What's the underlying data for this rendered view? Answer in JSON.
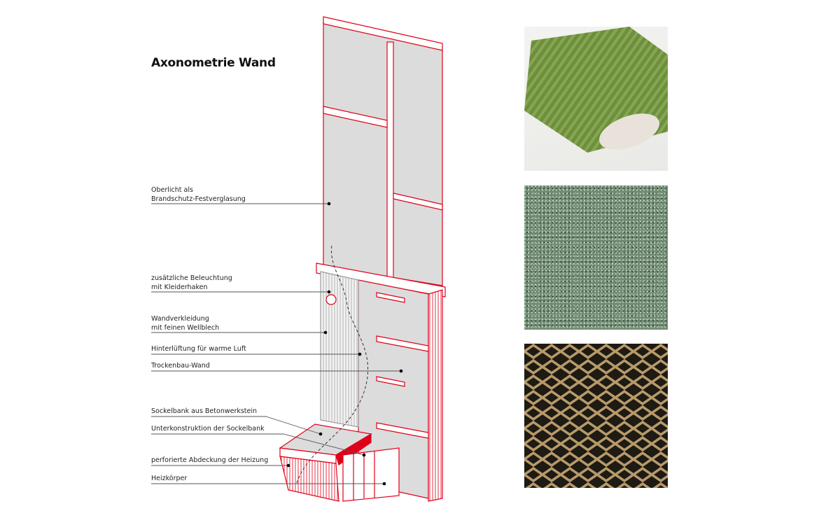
{
  "title": "Axonometrie Wand",
  "labels": [
    {
      "lines": [
        "Oberlicht als",
        "Brandschutz-Festverglasung"
      ]
    },
    {
      "lines": [
        "zusätzliche Beleuchtung",
        "mit Kleiderhaken"
      ]
    },
    {
      "lines": [
        "Wandverkleidung",
        "mit feinen Wellblech"
      ]
    },
    {
      "lines": [
        "Hinterlüftung für warme Luft"
      ]
    },
    {
      "lines": [
        "Trockenbau-Wand"
      ]
    },
    {
      "lines": [
        "Sockelbank aus Betonwerkstein"
      ]
    },
    {
      "lines": [
        "Unterkonstruktion der Sockelbank"
      ]
    },
    {
      "lines": [
        "perforierte Abdeckung der Heizung"
      ]
    },
    {
      "lines": [
        "Heizkörper"
      ]
    }
  ],
  "colors": {
    "accent": "#e0001a",
    "panel": "#dcdcdc",
    "leader": "#555555"
  },
  "material_photos": [
    "green-corrugated-sheet",
    "green-terrazzo",
    "bronze-expanded-metal-mesh"
  ]
}
